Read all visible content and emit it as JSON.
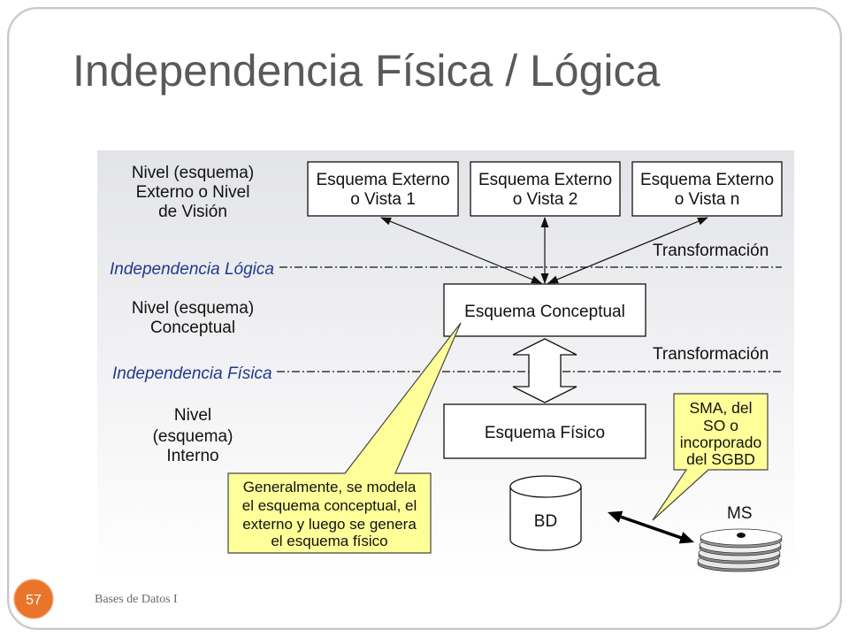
{
  "slide": {
    "title": "Independencia Física / Lógica",
    "footer": "Bases de Datos I",
    "page_number": "57"
  },
  "colors": {
    "title": "#595959",
    "page_badge": "#e8752a",
    "independence_label": "#22398c",
    "callout_fill": "#ffff99"
  },
  "diagram": {
    "levels": {
      "external": [
        "Nivel (esquema)",
        "Externo o Nivel",
        "de Visión"
      ],
      "conceptual": [
        "Nivel (esquema)",
        "Conceptual"
      ],
      "internal": [
        "Nivel",
        "(esquema)",
        "Interno"
      ]
    },
    "independence": {
      "logical": "Independencia Lógica",
      "physical": "Independencia Física"
    },
    "transformations": [
      "Transformación",
      "Transformación"
    ],
    "external_schemas": [
      [
        "Esquema Externo",
        "o Vista 1"
      ],
      [
        "Esquema Externo",
        "o Vista 2"
      ],
      [
        "Esquema Externo",
        "o Vista n"
      ]
    ],
    "conceptual_schema": "Esquema Conceptual",
    "physical_schema": "Esquema Físico",
    "database": "BD",
    "storage": "MS",
    "notes": {
      "modeling": [
        "Generalmente, se modela",
        "el esquema conceptual, el",
        "externo y luego se genera",
        "el esquema físico"
      ],
      "dbms": [
        "SMA, del",
        "SO o",
        "incorporado",
        "del SGBD"
      ]
    }
  }
}
